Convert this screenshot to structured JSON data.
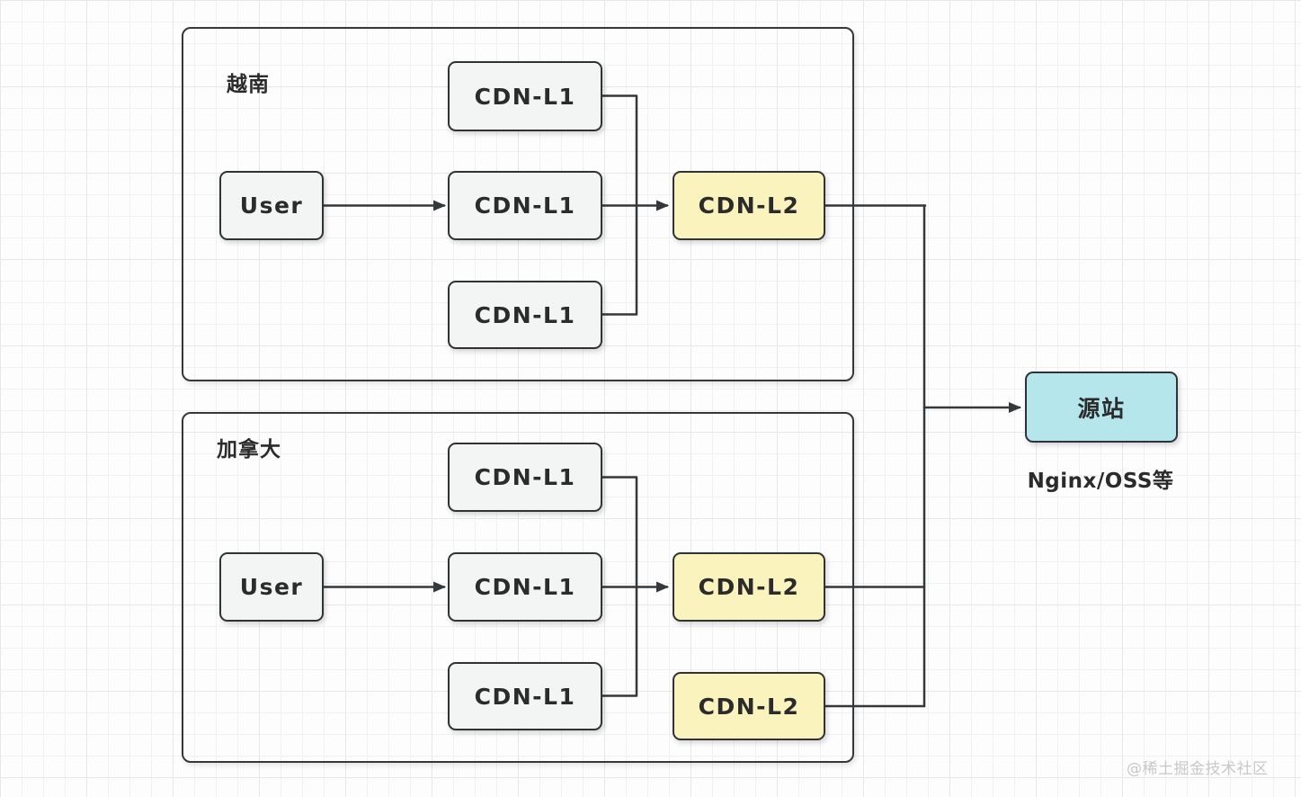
{
  "page": {
    "watermark": "@稀土掘金技术社区"
  },
  "diagram": {
    "type": "flow-diagram",
    "regions": [
      {
        "id": "vietnam",
        "label": "越南"
      },
      {
        "id": "canada",
        "label": "加拿大"
      }
    ],
    "nodes": [
      {
        "id": "vietnam-user",
        "label": "User",
        "kind": "user"
      },
      {
        "id": "vietnam-cdn-l1-top",
        "label": "CDN-L1",
        "kind": "cdn-l1"
      },
      {
        "id": "vietnam-cdn-l1-mid",
        "label": "CDN-L1",
        "kind": "cdn-l1"
      },
      {
        "id": "vietnam-cdn-l1-bottom",
        "label": "CDN-L1",
        "kind": "cdn-l1"
      },
      {
        "id": "vietnam-cdn-l2",
        "label": "CDN-L2",
        "kind": "cdn-l2"
      },
      {
        "id": "canada-user",
        "label": "User",
        "kind": "user"
      },
      {
        "id": "canada-cdn-l1-top",
        "label": "CDN-L1",
        "kind": "cdn-l1"
      },
      {
        "id": "canada-cdn-l1-mid",
        "label": "CDN-L1",
        "kind": "cdn-l1"
      },
      {
        "id": "canada-cdn-l1-bottom",
        "label": "CDN-L1",
        "kind": "cdn-l1"
      },
      {
        "id": "canada-cdn-l2-upper",
        "label": "CDN-L2",
        "kind": "cdn-l2"
      },
      {
        "id": "canada-cdn-l2-lower",
        "label": "CDN-L2",
        "kind": "cdn-l2"
      },
      {
        "id": "origin",
        "label": "源站",
        "kind": "origin"
      }
    ],
    "origin_caption": "Nginx/OSS等",
    "edges": [
      {
        "from": "vietnam-user",
        "to": "vietnam-cdn-l1-mid",
        "arrow": true
      },
      {
        "from": "vietnam-cdn-l1-top",
        "to": "vietnam-cdn-l1-mid",
        "arrow": false
      },
      {
        "from": "vietnam-cdn-l1-bottom",
        "to": "vietnam-cdn-l1-mid",
        "arrow": false
      },
      {
        "from": "vietnam-cdn-l1-mid",
        "to": "vietnam-cdn-l2",
        "arrow": true
      },
      {
        "from": "vietnam-cdn-l2",
        "to": "origin",
        "arrow": true
      },
      {
        "from": "canada-user",
        "to": "canada-cdn-l1-mid",
        "arrow": true
      },
      {
        "from": "canada-cdn-l1-top",
        "to": "canada-cdn-l1-mid",
        "arrow": false
      },
      {
        "from": "canada-cdn-l1-bottom",
        "to": "canada-cdn-l1-mid",
        "arrow": false
      },
      {
        "from": "canada-cdn-l1-mid",
        "to": "canada-cdn-l2-upper",
        "arrow": true
      },
      {
        "from": "canada-cdn-l2-upper",
        "to": "origin",
        "arrow": true
      },
      {
        "from": "canada-cdn-l2-lower",
        "to": "origin",
        "arrow": true
      }
    ],
    "colors": {
      "line": "#34383b",
      "node_border": "#2f3336",
      "node_gray_fill": "#f3f4f4",
      "node_yellow_fill": "#fbf3bd",
      "node_cyan_fill": "#b4e6ec",
      "text": "#2b2b2b",
      "watermark": "#c8c8c8",
      "grid_minor": "#f1f1f1",
      "grid_major": "#e7e7e7"
    }
  }
}
